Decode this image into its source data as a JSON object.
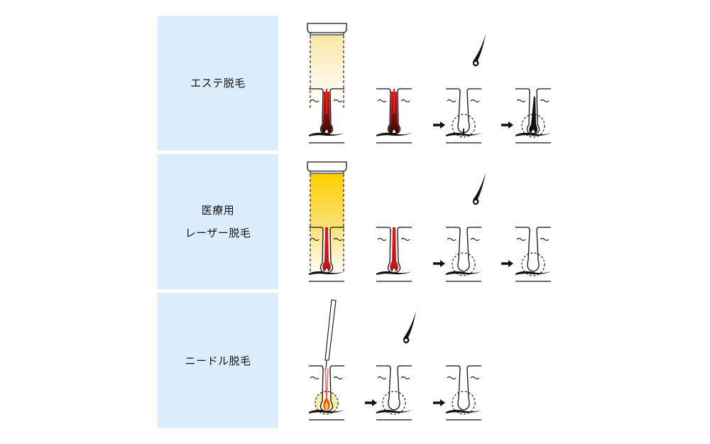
{
  "rows": [
    {
      "id": "esthetic",
      "label_lines": [
        "エステ脱毛"
      ],
      "device": "flash-lamp",
      "light_color_top": "#fbefbf",
      "heat_color": "#7a0e0e",
      "stages": [
        "irradiation",
        "follicle-heated",
        "hair-falls-out-root-remains",
        "hair-regrows"
      ]
    },
    {
      "id": "medical-laser",
      "label_lines": [
        "医療用",
        "レーザー脱毛"
      ],
      "device": "laser",
      "light_color_top": "#fcd30a",
      "heat_color": "#d9141e",
      "stages": [
        "irradiation",
        "follicle-heated",
        "hair-falls-out-root-destroyed",
        "no-regrowth"
      ]
    },
    {
      "id": "needle",
      "label_lines": [
        "ニードル脱毛"
      ],
      "device": "needle",
      "heat_color": "#f03c10",
      "stages": [
        "needle-insertion-heating",
        "hair-falls-out-root-destroyed",
        "no-regrowth"
      ]
    }
  ],
  "colors": {
    "panel_bg": "#dbedfc",
    "line": "#111111",
    "background": "#ffffff"
  }
}
